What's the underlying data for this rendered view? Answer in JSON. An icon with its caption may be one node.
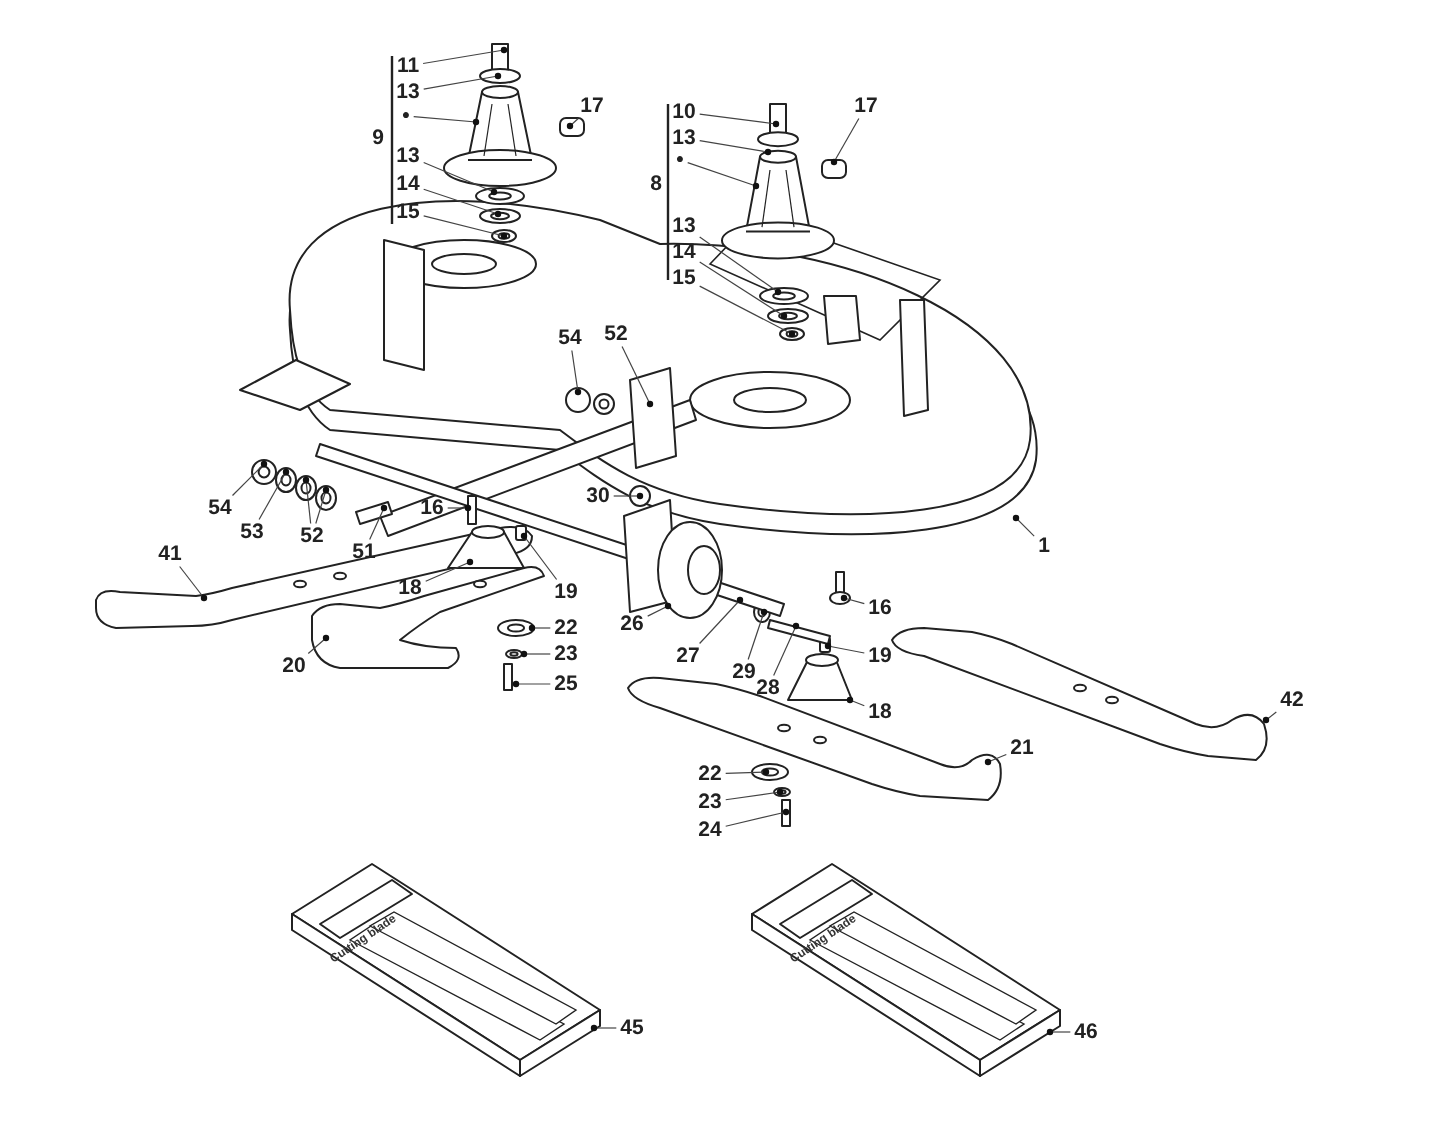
{
  "diagram": {
    "nodes": [
      {
        "text": [
          "11"
        ]
      },
      {
        "text": [
          "13"
        ]
      },
      {
        "text": [
          "•"
        ]
      },
      {
        "text": [
          "13"
        ]
      },
      {
        "text": [
          "14"
        ]
      },
      {
        "text": [
          "15"
        ]
      },
      {
        "text": [
          "17"
        ]
      },
      {
        "text": [
          "10"
        ]
      },
      {
        "text": [
          "13"
        ]
      },
      {
        "text": [
          "•"
        ]
      },
      {
        "text": [
          "13"
        ]
      },
      {
        "text": [
          "14"
        ]
      },
      {
        "text": [
          "15"
        ]
      },
      {
        "text": [
          "17"
        ]
      },
      {
        "text": [
          "54"
        ]
      },
      {
        "text": [
          "52"
        ]
      },
      {
        "text": [
          "54"
        ]
      },
      {
        "text": [
          "53"
        ]
      },
      {
        "text": [
          "52"
        ]
      },
      {
        "text": [
          "51"
        ]
      },
      {
        "text": [
          "16"
        ]
      },
      {
        "text": [
          "30"
        ]
      },
      {
        "text": [
          "1"
        ]
      },
      {
        "text": [
          "41"
        ]
      },
      {
        "text": [
          "18"
        ]
      },
      {
        "text": [
          "19"
        ]
      },
      {
        "text": [
          "26"
        ]
      },
      {
        "text": [
          "27"
        ]
      },
      {
        "text": [
          "16"
        ]
      },
      {
        "text": [
          "29"
        ]
      },
      {
        "text": [
          "22"
        ]
      },
      {
        "text": [
          "19"
        ]
      },
      {
        "text": [
          "20"
        ]
      },
      {
        "text": [
          "28"
        ]
      },
      {
        "text": [
          "23"
        ]
      },
      {
        "text": [
          "18"
        ]
      },
      {
        "text": [
          "42"
        ]
      },
      {
        "text": [
          "25"
        ]
      },
      {
        "text": [
          "21"
        ]
      },
      {
        "text": [
          "22"
        ]
      },
      {
        "text": [
          "23"
        ]
      },
      {
        "text": [
          "24"
        ]
      },
      {
        "text": [
          "45"
        ]
      },
      {
        "text": [
          "46"
        ]
      }
    ],
    "edges": [
      {
        "from": 0,
        "to": null,
        "arrow": "none"
      },
      {
        "from": 1,
        "to": null,
        "arrow": "none"
      },
      {
        "from": 2,
        "to": null,
        "arrow": "none"
      },
      {
        "from": 3,
        "to": null,
        "arrow": "none"
      },
      {
        "from": 4,
        "to": null,
        "arrow": "none"
      },
      {
        "from": 5,
        "to": null,
        "arrow": "none"
      },
      {
        "from": 6,
        "to": null,
        "arrow": "none"
      },
      {
        "from": 7,
        "to": null,
        "arrow": "none"
      },
      {
        "from": 8,
        "to": null,
        "arrow": "none"
      },
      {
        "from": 9,
        "to": null,
        "arrow": "none"
      },
      {
        "from": 10,
        "to": null,
        "arrow": "none"
      },
      {
        "from": 11,
        "to": null,
        "arrow": "none"
      },
      {
        "from": 12,
        "to": null,
        "arrow": "none"
      },
      {
        "from": 13,
        "to": null,
        "arrow": "none"
      },
      {
        "from": 14,
        "to": null,
        "arrow": "none"
      },
      {
        "from": 15,
        "to": null,
        "arrow": "none"
      },
      {
        "from": 16,
        "to": null,
        "arrow": "none"
      },
      {
        "from": 17,
        "to": null,
        "arrow": "none"
      },
      {
        "from": 18,
        "to": null,
        "arrow": "none"
      },
      {
        "from": 19,
        "to": null,
        "arrow": "none"
      },
      {
        "from": 20,
        "to": null,
        "arrow": "none"
      },
      {
        "from": 21,
        "to": null,
        "arrow": "none"
      },
      {
        "from": 22,
        "to": null,
        "arrow": "none"
      },
      {
        "from": 23,
        "to": null,
        "arrow": "none"
      },
      {
        "from": 24,
        "to": null,
        "arrow": "none"
      },
      {
        "from": 25,
        "to": null,
        "arrow": "none"
      },
      {
        "from": 26,
        "to": null,
        "arrow": "none"
      },
      {
        "from": 27,
        "to": null,
        "arrow": "none"
      },
      {
        "from": 28,
        "to": null,
        "arrow": "none"
      },
      {
        "from": 29,
        "to": null,
        "arrow": "none"
      },
      {
        "from": 30,
        "to": null,
        "arrow": "none"
      },
      {
        "from": 31,
        "to": null,
        "arrow": "none"
      },
      {
        "from": 32,
        "to": null,
        "arrow": "none"
      },
      {
        "from": 33,
        "to": null,
        "arrow": "none"
      },
      {
        "from": 34,
        "to": null,
        "arrow": "none"
      },
      {
        "from": 35,
        "to": null,
        "arrow": "none"
      },
      {
        "from": 36,
        "to": null,
        "arrow": "none"
      },
      {
        "from": 37,
        "to": null,
        "arrow": "none"
      },
      {
        "from": 38,
        "to": null,
        "arrow": "none"
      },
      {
        "from": 39,
        "to": null,
        "arrow": "none"
      },
      {
        "from": 40,
        "to": null,
        "arrow": "none"
      },
      {
        "from": 41,
        "to": null,
        "arrow": "none"
      },
      {
        "from": 42,
        "to": null,
        "arrow": "none"
      },
      {
        "from": 43,
        "to": null,
        "arrow": "none"
      },
      {
        "from": 18,
        "to": null,
        "arrow": "none"
      }
    ],
    "labels": [
      "9",
      "8",
      "Cutting blade",
      "Cutting blade"
    ]
  }
}
